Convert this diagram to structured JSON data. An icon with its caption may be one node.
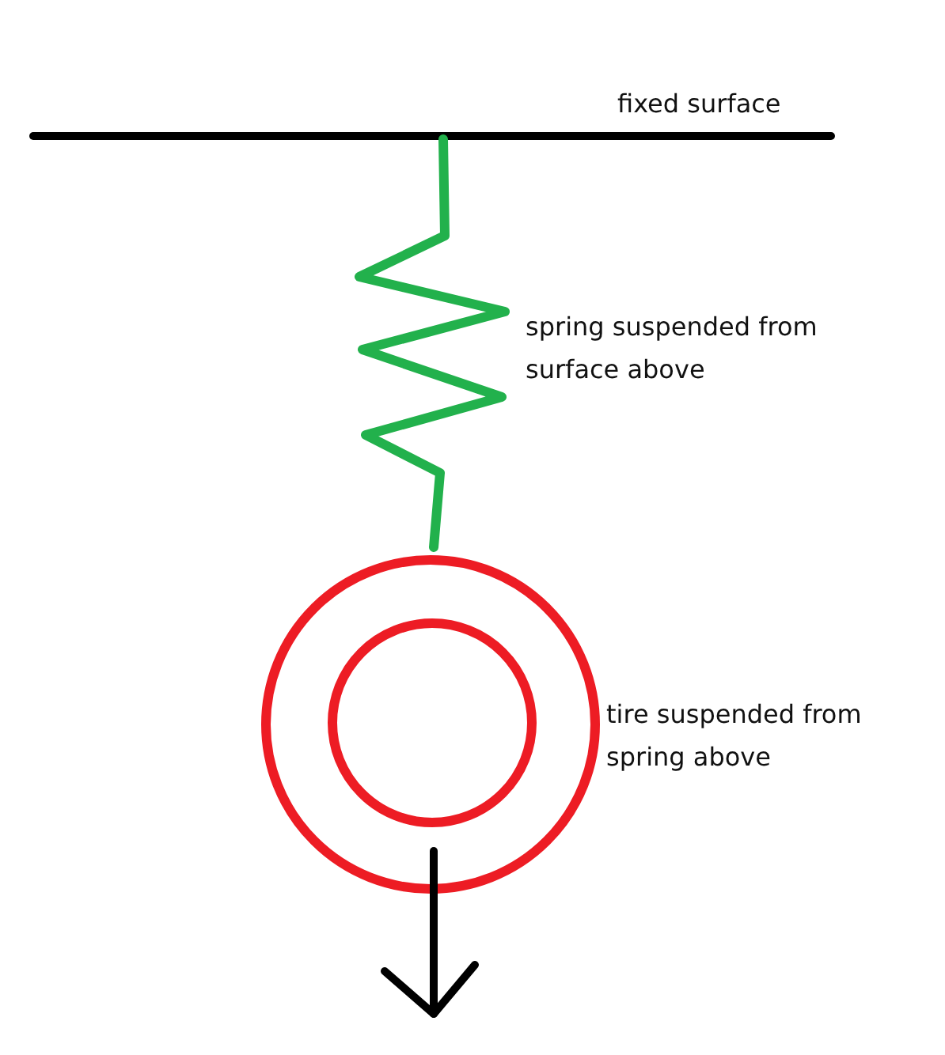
{
  "diagram": {
    "labels": [
      "fixed surface",
      "spring suspended from surface above",
      "tire suspended from spring above"
    ]
  }
}
